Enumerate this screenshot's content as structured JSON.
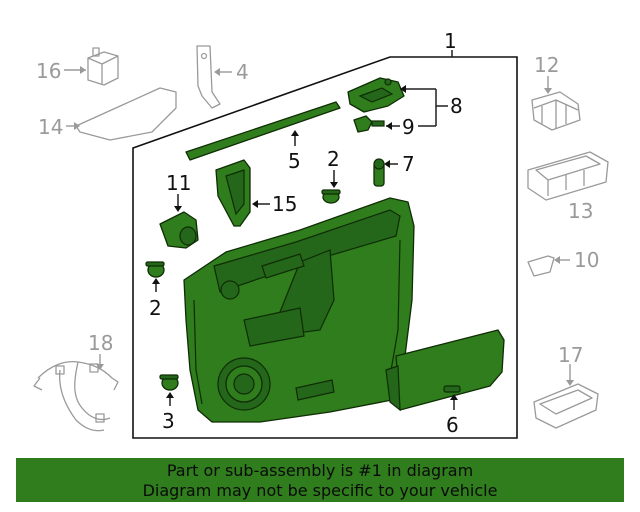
{
  "callouts": {
    "c1": "1",
    "c2a": "2",
    "c2b": "2",
    "c3": "3",
    "c4": "4",
    "c5": "5",
    "c6": "6",
    "c7": "7",
    "c8": "8",
    "c9": "9",
    "c10": "10",
    "c11": "11",
    "c12": "12",
    "c13": "13",
    "c14": "14",
    "c15": "15",
    "c16": "16",
    "c17": "17",
    "c18": "18"
  },
  "banner": {
    "line1": "Part or sub-assembly is #1 in diagram",
    "line2": "Diagram may not be specific to your vehicle"
  },
  "colors": {
    "part_fill": "#2f7d1c",
    "part_outline": "#0f2d05",
    "banner_bg": "#2f7d1c",
    "ghost_gray": "#9a9a9a"
  }
}
